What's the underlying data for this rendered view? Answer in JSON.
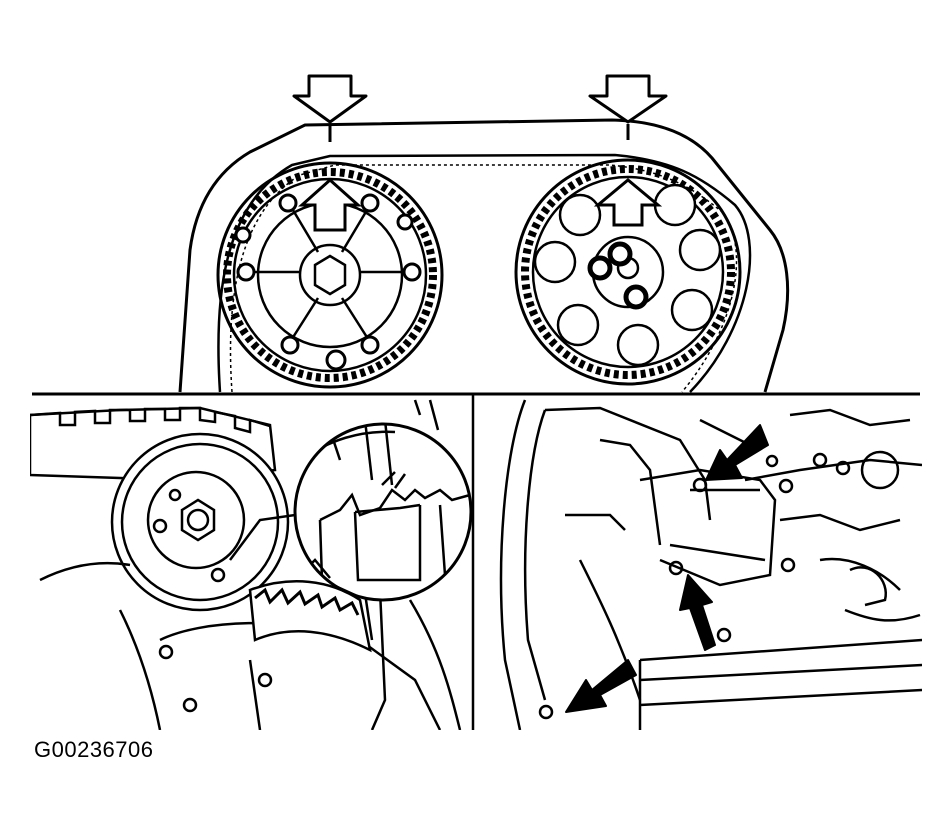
{
  "figure": {
    "id_label": "G00236706",
    "ink_color": "#000000",
    "paper_color": "#ffffff",
    "panels": [
      {
        "name": "timing-belt-sprockets",
        "callouts": 4
      },
      {
        "name": "tensioner-pulley-detail",
        "callouts": 0
      },
      {
        "name": "engine-cover-bolts",
        "callouts": 3
      }
    ]
  }
}
